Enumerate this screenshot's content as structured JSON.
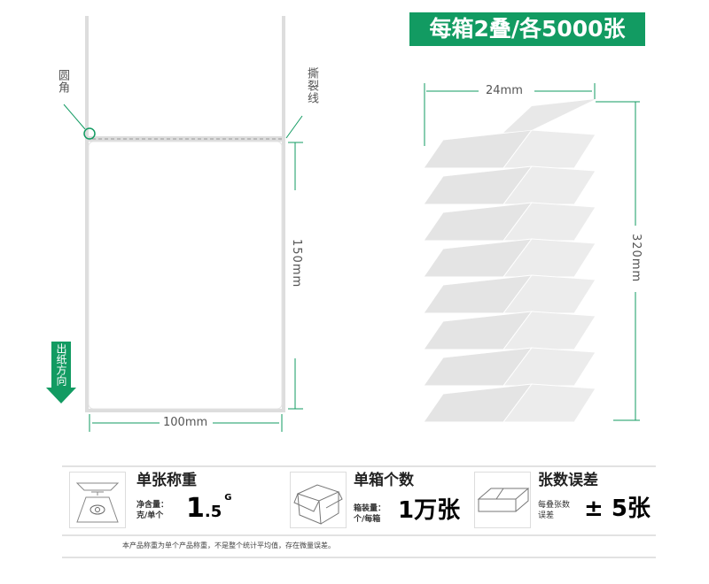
{
  "banner": "每箱2叠/各5000张",
  "labels": {
    "corner": "圆角",
    "tear": "撕裂线",
    "height": "150mm",
    "width": "100mm",
    "direction": "出纸方向",
    "fan_width": "24mm",
    "fan_height": "320mm"
  },
  "colors": {
    "accent": "#129b62",
    "border": "#dddddd"
  },
  "specs": [
    {
      "title": "单张称重",
      "label": "净含量：克/单个",
      "value": "1",
      "value_decimal": ".5",
      "unit": "G",
      "icon": "scale-icon"
    },
    {
      "title": "单箱个数",
      "label": "箱装量：个/每箱",
      "value": "1万张",
      "icon": "box-icon"
    },
    {
      "title": "张数误差",
      "label": "每叠张数误差",
      "value": "± 5张",
      "icon": "stack-icon"
    }
  ],
  "note": "本产品称重为单个产品称重，不是整个统计平均值，存在微量误差。"
}
